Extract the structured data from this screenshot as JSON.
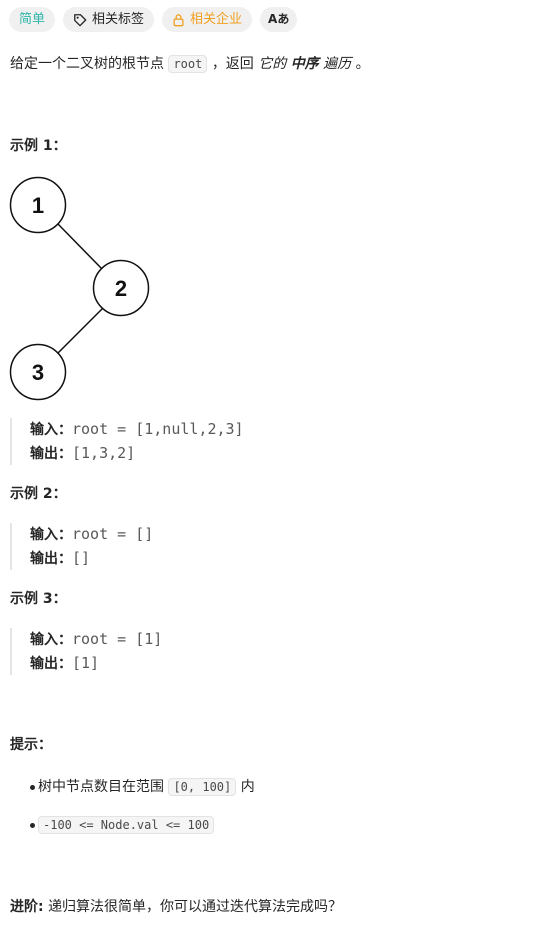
{
  "tags": {
    "difficulty": "简单",
    "topics": "相关标签",
    "companies": "相关企业",
    "translate": "Aあ"
  },
  "description": {
    "part1": "给定一个二叉树的根节点",
    "code": "root",
    "part2": "，返回",
    "em1": "它的",
    "strong": "中序",
    "em2": "遍历",
    "part3": "。"
  },
  "examples": [
    {
      "heading": "示例 1：",
      "input_label": "输入：",
      "input_value": "root = [1,null,2,3]",
      "output_label": "输出：",
      "output_value": "[1,3,2]",
      "tree_nodes": [
        "1",
        "2",
        "3"
      ]
    },
    {
      "heading": "示例 2：",
      "input_label": "输入：",
      "input_value": "root = []",
      "output_label": "输出：",
      "output_value": "[]"
    },
    {
      "heading": "示例 3：",
      "input_label": "输入：",
      "input_value": "root = [1]",
      "output_label": "输出：",
      "output_value": "[1]"
    }
  ],
  "constraints": {
    "heading": "提示：",
    "items": [
      {
        "pre": "树中节点数目在范围",
        "code": "[0, 100]",
        "post": "内"
      },
      {
        "pre": "",
        "code": "-100 <= Node.val <= 100",
        "post": ""
      }
    ]
  },
  "followup": {
    "label": "进阶:",
    "text": "递归算法很简单，你可以通过迭代算法完成吗？"
  },
  "colors": {
    "easy": "#2db7aa",
    "company": "#f0a020",
    "tag_bg": "#f0f0f0"
  }
}
